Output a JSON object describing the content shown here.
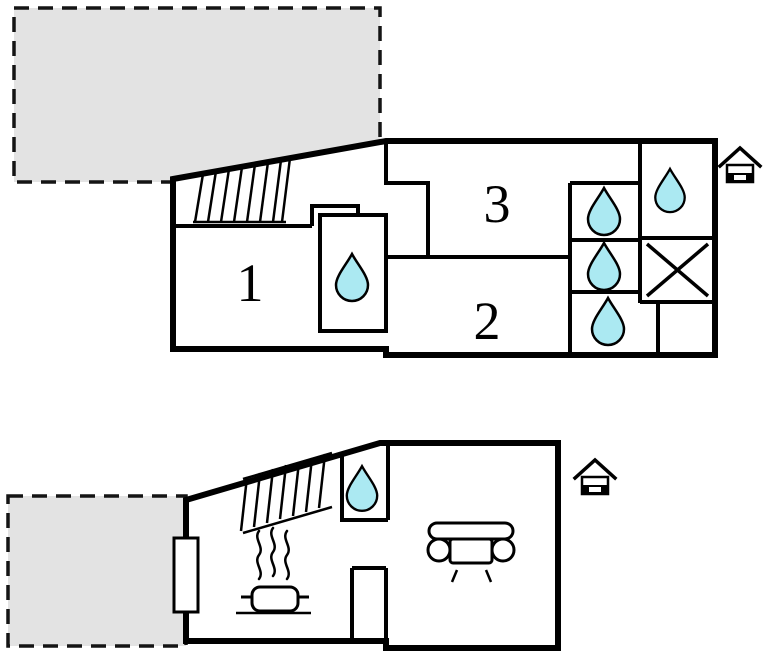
{
  "colors": {
    "background": "#ffffff",
    "wall": "#000000",
    "water_fill": "#abe9f2",
    "terrace_fill": "#e3e3e3"
  },
  "upper_floor": {
    "rooms": [
      {
        "label": "1"
      },
      {
        "label": "2"
      },
      {
        "label": "3"
      }
    ],
    "icons": {
      "water_drop": "water-drop-icon",
      "water_drop_count": 5,
      "staircase": "staircase-icon",
      "no_access": "x-mark-icon",
      "house": "house-icon",
      "terrace": "dashed-terrace-area"
    }
  },
  "lower_floor": {
    "icons": {
      "water_drop": "water-drop-icon",
      "water_drop_count": 1,
      "staircase": "staircase-icon",
      "sofa": "sofa-icon",
      "steam": "steam-icon",
      "pot": "cooking-pot-icon",
      "door": "door-opening",
      "house": "house-icon",
      "terrace": "dashed-terrace-area"
    }
  }
}
